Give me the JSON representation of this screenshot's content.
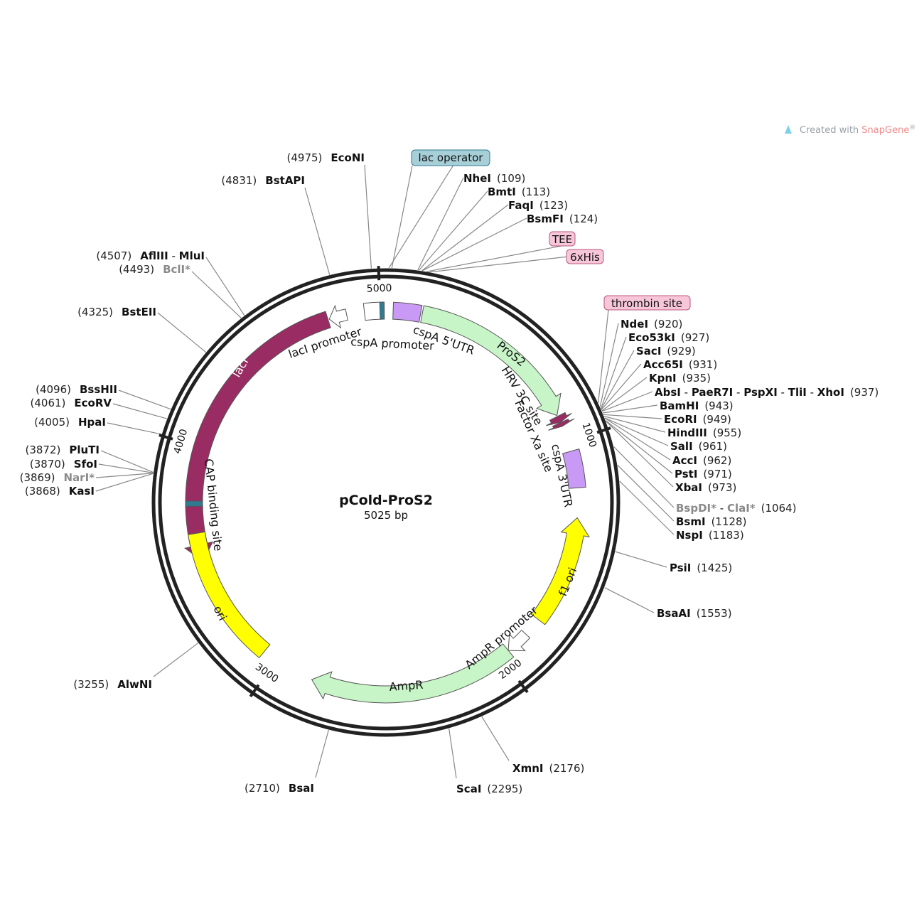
{
  "plasmid": {
    "name": "pCold-ProS2",
    "size_label": "5025 bp",
    "total_bp": 5025
  },
  "watermark": {
    "prefix": "Created with ",
    "brand": "SnapGene",
    "suffix": "®"
  },
  "colors": {
    "laci": "#9a2c64",
    "cspa_utr": "#c99af5",
    "pros2": "#c8f5c8",
    "yellow": "#ffff00",
    "operator": "#2f7b92",
    "cap": "#2f7b92",
    "tag_pink": "#f7c6d9",
    "tag_blue": "#a7cfd7"
  },
  "ticks": [
    {
      "bp": 1000,
      "label": "1000"
    },
    {
      "bp": 2000,
      "label": "2000"
    },
    {
      "bp": 3000,
      "label": "3000"
    },
    {
      "bp": 4000,
      "label": "4000"
    },
    {
      "bp": 5000,
      "label": "5000"
    }
  ],
  "features": [
    {
      "name": "lacI",
      "type": "arrow",
      "start": 3520,
      "end": 4780,
      "dir": -1,
      "color": "#9a2c64",
      "label": "lacI"
    },
    {
      "name": "lacI promoter",
      "type": "promoter",
      "start": 4785,
      "end": 4860,
      "dir": -1,
      "label": "lacI promoter"
    },
    {
      "name": "cspA promoter",
      "type": "box",
      "start": 4935,
      "end": 5015,
      "color": "#ffffff",
      "label": "cspA promoter"
    },
    {
      "name": "lac operator",
      "type": "box",
      "start": 5000,
      "end": 5018,
      "color": "#2f7b92",
      "label": "lac operator"
    },
    {
      "name": "cspA 5'UTR",
      "type": "box",
      "start": 30,
      "end": 145,
      "color": "#c99af5",
      "label": "cspA 5'UTR"
    },
    {
      "name": "ProS2",
      "type": "arrow",
      "start": 152,
      "end": 880,
      "dir": 1,
      "color": "#c8f5c8",
      "label": "ProS2"
    },
    {
      "name": "HRV 3C site",
      "type": "arrow",
      "start": 884,
      "end": 912,
      "dir": 1,
      "color": "#9a2c64",
      "label": "HRV 3C site"
    },
    {
      "name": "Factor Xa site",
      "type": "arrow",
      "start": 913,
      "end": 930,
      "dir": 1,
      "color": "#9a2c64",
      "label": "Factor Xa site"
    },
    {
      "name": "cspA 3'UTR",
      "type": "box",
      "start": 1040,
      "end": 1195,
      "color": "#c99af5",
      "label": "cspA 3'UTR"
    },
    {
      "name": "f1 ori",
      "type": "arrow",
      "start": 1320,
      "end": 1780,
      "dir": -1,
      "color": "#ffff00",
      "label": "f1 ori"
    },
    {
      "name": "AmpR promoter",
      "type": "promoter",
      "start": 1860,
      "end": 1960,
      "dir": 1,
      "label": "AmpR promoter"
    },
    {
      "name": "AmpR",
      "type": "arrow",
      "start": 1960,
      "end": 2830,
      "dir": 1,
      "color": "#c8f5c8",
      "label": "AmpR"
    },
    {
      "name": "ori",
      "type": "box",
      "start": 3060,
      "end": 3640,
      "color": "#ffff00",
      "label": "ori"
    },
    {
      "name": "CAP binding site",
      "type": "box",
      "start": 3753,
      "end": 3775,
      "color": "#2f7b92",
      "label": "CAP binding site"
    }
  ],
  "tags": [
    {
      "label": "lac operator"
    },
    {
      "label": "TEE"
    },
    {
      "label": "6xHis"
    },
    {
      "label": "thrombin site"
    }
  ],
  "sites": {
    "right": [
      {
        "name": "NheI",
        "pos": "(109)"
      },
      {
        "name": "BmtI",
        "pos": "(113)"
      },
      {
        "name": "FaqI",
        "pos": "(123)"
      },
      {
        "name": "BsmFI",
        "pos": "(124)"
      },
      {
        "name": "NdeI",
        "pos": "(920)"
      },
      {
        "name": "Eco53kI",
        "pos": "(927)"
      },
      {
        "name": "SacI",
        "pos": "(929)"
      },
      {
        "name": "Acc65I",
        "pos": "(931)"
      },
      {
        "name": "KpnI",
        "pos": "(935)"
      },
      {
        "name": "AbsI",
        "sep1": " - ",
        "name2": "PaeR7I",
        "sep2": " - ",
        "name3": "PspXI",
        "sep3": " - ",
        "name4": "TliI",
        "sep4": " - ",
        "name5": "XhoI",
        "pos": "(937)"
      },
      {
        "name": "BamHI",
        "pos": "(943)"
      },
      {
        "name": "EcoRI",
        "pos": "(949)"
      },
      {
        "name": "HindIII",
        "pos": "(955)"
      },
      {
        "name": "SalI",
        "pos": "(961)"
      },
      {
        "name": "AccI",
        "pos": "(962)"
      },
      {
        "name": "PstI",
        "pos": "(971)"
      },
      {
        "name": "XbaI",
        "pos": "(973)"
      },
      {
        "name": "BspDI*",
        "sep1": " - ",
        "name2": "ClaI*",
        "pos": "(1064)"
      },
      {
        "name": "BsmI",
        "pos": "(1128)"
      },
      {
        "name": "NspI",
        "pos": "(1183)"
      },
      {
        "name": "PsiI",
        "pos": "(1425)"
      },
      {
        "name": "BsaAI",
        "pos": "(1553)"
      },
      {
        "name": "XmnI",
        "pos": "(2176)"
      },
      {
        "name": "ScaI",
        "pos": "(2295)"
      }
    ],
    "left": [
      {
        "name": "EcoNI",
        "pos": "(4975)"
      },
      {
        "name": "BstAPI",
        "pos": "(4831)"
      },
      {
        "name": "AflIII",
        "sep1": " - ",
        "name2": "MluI",
        "pos": "(4507)"
      },
      {
        "name": "BclI*",
        "pos": "(4493)"
      },
      {
        "name": "BstEII",
        "pos": "(4325)"
      },
      {
        "name": "BssHII",
        "pos": "(4096)"
      },
      {
        "name": "EcoRV",
        "pos": "(4061)"
      },
      {
        "name": "HpaI",
        "pos": "(4005)"
      },
      {
        "name": "PluTI",
        "pos": "(3872)"
      },
      {
        "name": "SfoI",
        "pos": "(3870)"
      },
      {
        "name": "NarI*",
        "pos": "(3869)"
      },
      {
        "name": "KasI",
        "pos": "(3868)"
      },
      {
        "name": "AlwNI",
        "pos": "(3255)"
      },
      {
        "name": "BsaI",
        "pos": "(2710)"
      }
    ]
  }
}
